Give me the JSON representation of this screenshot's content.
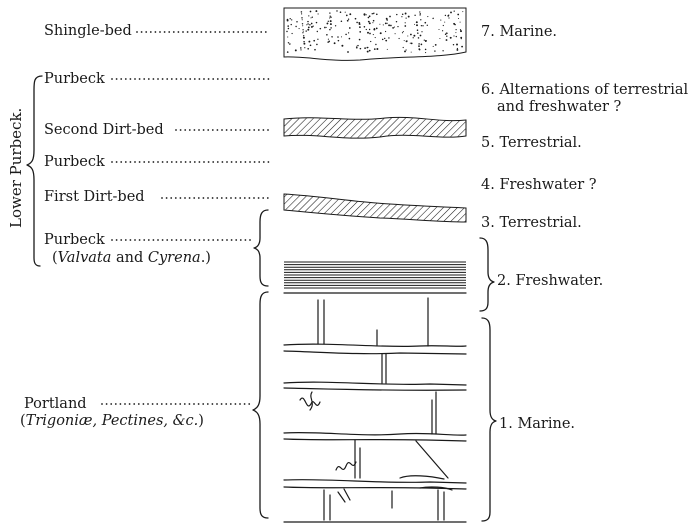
{
  "left_labels": {
    "shingle_bed": "Shingle-bed",
    "purbeck_top": "Purbeck",
    "second_dirt_bed": "Second Dirt-bed",
    "purbeck_mid": "Purbeck",
    "first_dirt_bed": "First Dirt-bed",
    "purbeck_low": "Purbeck",
    "purbeck_fossils": {
      "open": "(",
      "g1": "Valvata",
      "and": " and ",
      "g2": "Cyrena",
      "close": ".)"
    },
    "portland": "Portland",
    "portland_fossils": {
      "open": "(",
      "g1": "Trigoniæ, Pectines, &c.",
      "close": ")"
    }
  },
  "group_label": "Lower Purbeck.",
  "right_labels": {
    "l7": "7. Marine.",
    "l6a": "6. Alternations of terrestrial",
    "l6b": "and freshwater ?",
    "l5": "5. Terrestrial.",
    "l4": "4. Freshwater ?",
    "l3": "3. Terrestrial.",
    "l2": "2. Freshwater.",
    "l1": "1. Marine."
  },
  "colors": {
    "ink": "#1a1a1a",
    "background": "#ffffff"
  }
}
